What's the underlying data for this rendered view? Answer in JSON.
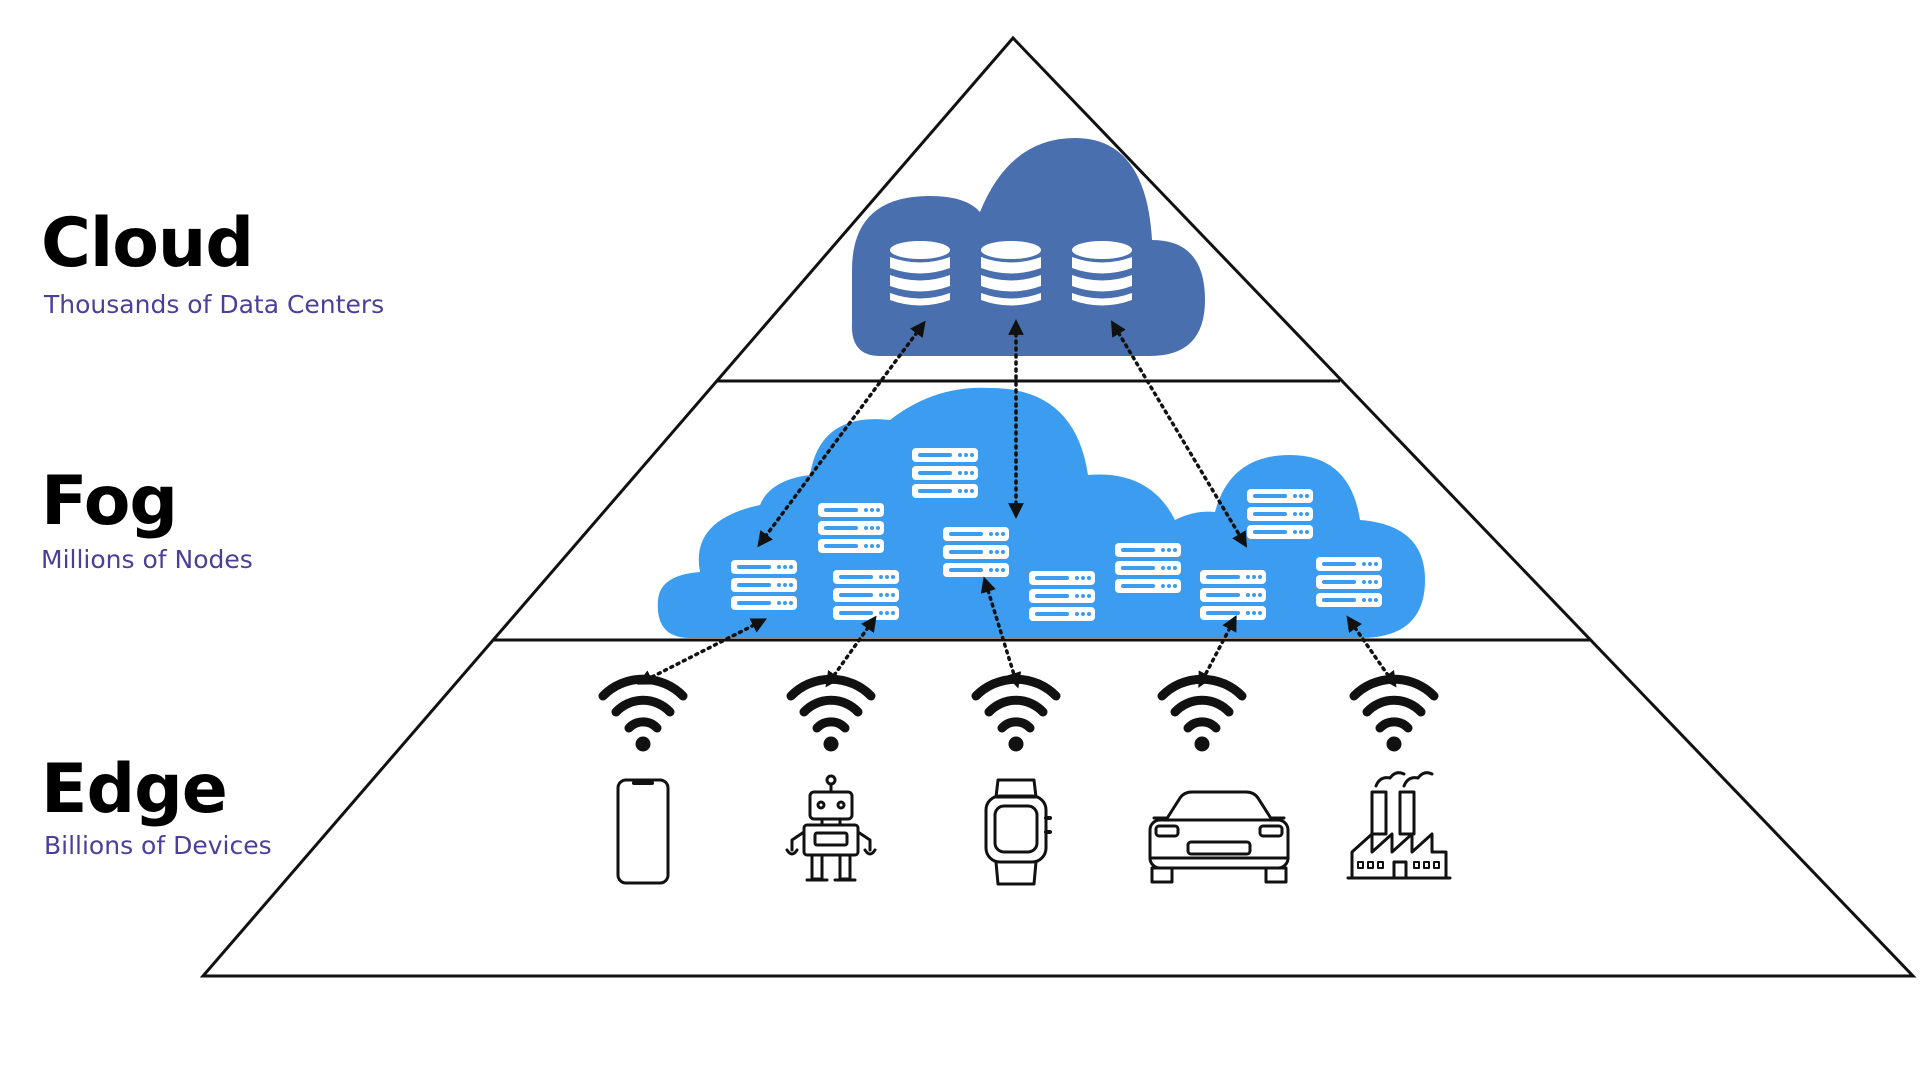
{
  "tiers": {
    "cloud": {
      "title": "Cloud",
      "subtitle": "Thousands of Data Centers",
      "color": "#4a6fae"
    },
    "fog": {
      "title": "Fog",
      "subtitle": "Millions of Nodes",
      "color": "#3b9cf0"
    },
    "edge": {
      "title": "Edge",
      "subtitle": "Billions of Devices"
    }
  },
  "subtitle_color": "#4b3f9a",
  "devices": [
    "smartphone-icon",
    "robot-icon",
    "smartwatch-icon",
    "car-icon",
    "factory-icon"
  ],
  "node_icon": "server-rack-icon",
  "datacenter_icon": "database-icon",
  "connection_style": "dotted-double-arrow"
}
